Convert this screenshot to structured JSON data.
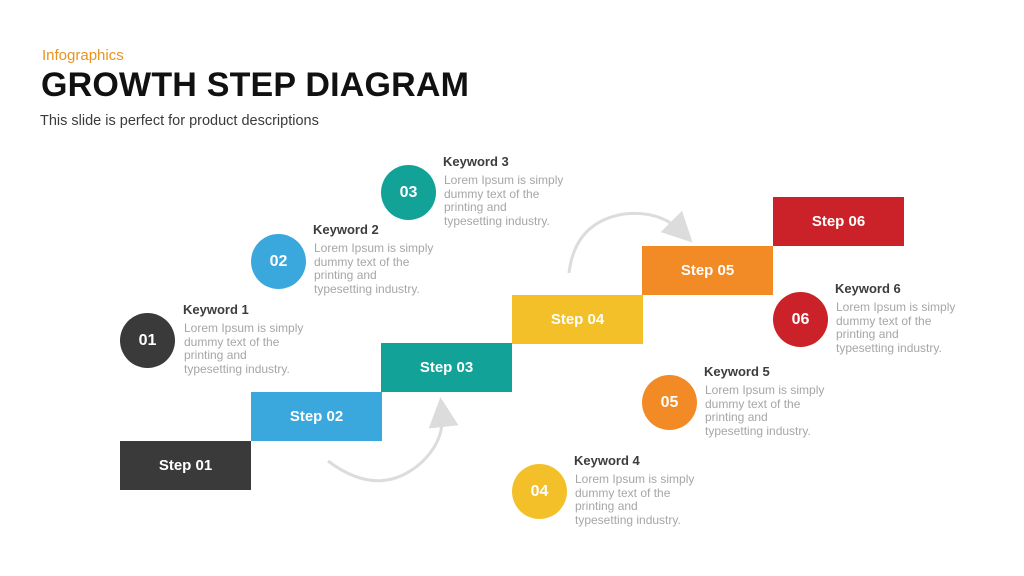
{
  "header": {
    "eyebrow": "Infographics",
    "title": "GROWTH STEP DIAGRAM",
    "subtitle": "This slide is perfect for product descriptions"
  },
  "steps": [
    {
      "label": "Step 01",
      "color": "#3a3a3a"
    },
    {
      "label": "Step 02",
      "color": "#3aa8dc"
    },
    {
      "label": "Step 03",
      "color": "#13a297"
    },
    {
      "label": "Step 04",
      "color": "#f3c02a"
    },
    {
      "label": "Step 05",
      "color": "#f28a25"
    },
    {
      "label": "Step 06",
      "color": "#cb2229"
    }
  ],
  "keywords": [
    {
      "number": "01",
      "title": "Keyword  1",
      "text": "Lorem Ipsum is simply dummy text of the printing and typesetting industry.",
      "color": "#3a3a3a"
    },
    {
      "number": "02",
      "title": "Keyword  2",
      "text": "Lorem Ipsum is simply dummy text of the printing and typesetting industry.",
      "color": "#3aa8dc"
    },
    {
      "number": "03",
      "title": "Keyword  3",
      "text": "Lorem Ipsum is simply dummy text of the printing and typesetting industry.",
      "color": "#13a297"
    },
    {
      "number": "04",
      "title": "Keyword  4",
      "text": "Lorem Ipsum is simply dummy text of the printing and typesetting industry.",
      "color": "#f3c02a"
    },
    {
      "number": "05",
      "title": "Keyword  5",
      "text": "Lorem Ipsum is simply dummy text of the printing and typesetting industry.",
      "color": "#f28a25"
    },
    {
      "number": "06",
      "title": "Keyword  6",
      "text": "Lorem Ipsum is simply dummy text of the printing and typesetting industry.",
      "color": "#cb2229"
    }
  ]
}
